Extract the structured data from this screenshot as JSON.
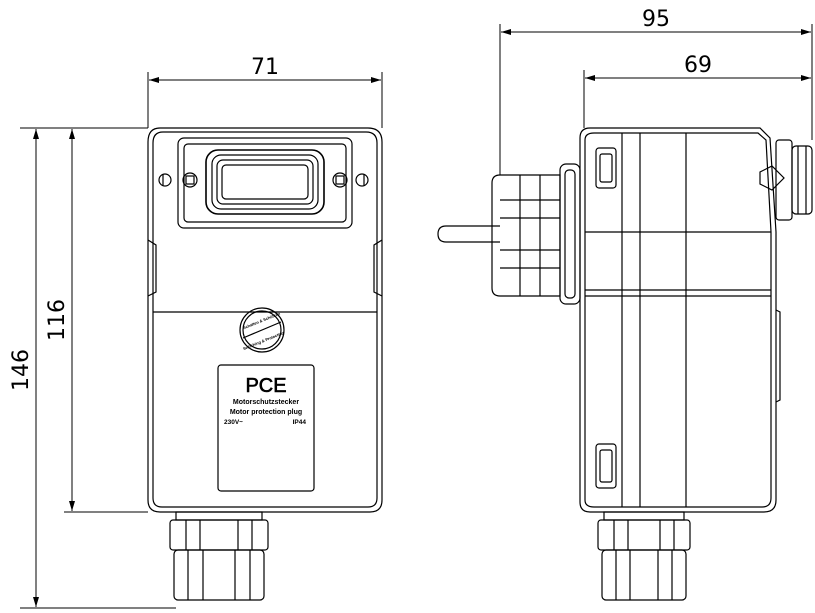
{
  "dimensions": {
    "front_width": "71",
    "side_total_depth": "95",
    "side_body_depth": "69",
    "overall_height": "146",
    "body_height": "116"
  },
  "label": {
    "brand": "PCE",
    "line1": "Motorschutzstecker",
    "line2": "Motor protection plug",
    "voltage": "230V~",
    "rating": "IP44"
  },
  "seal": {
    "text_top": "Schalten & Schützen",
    "text_bottom": "Switching & Protecting"
  },
  "colors": {
    "line": "#000000",
    "background": "#ffffff"
  }
}
